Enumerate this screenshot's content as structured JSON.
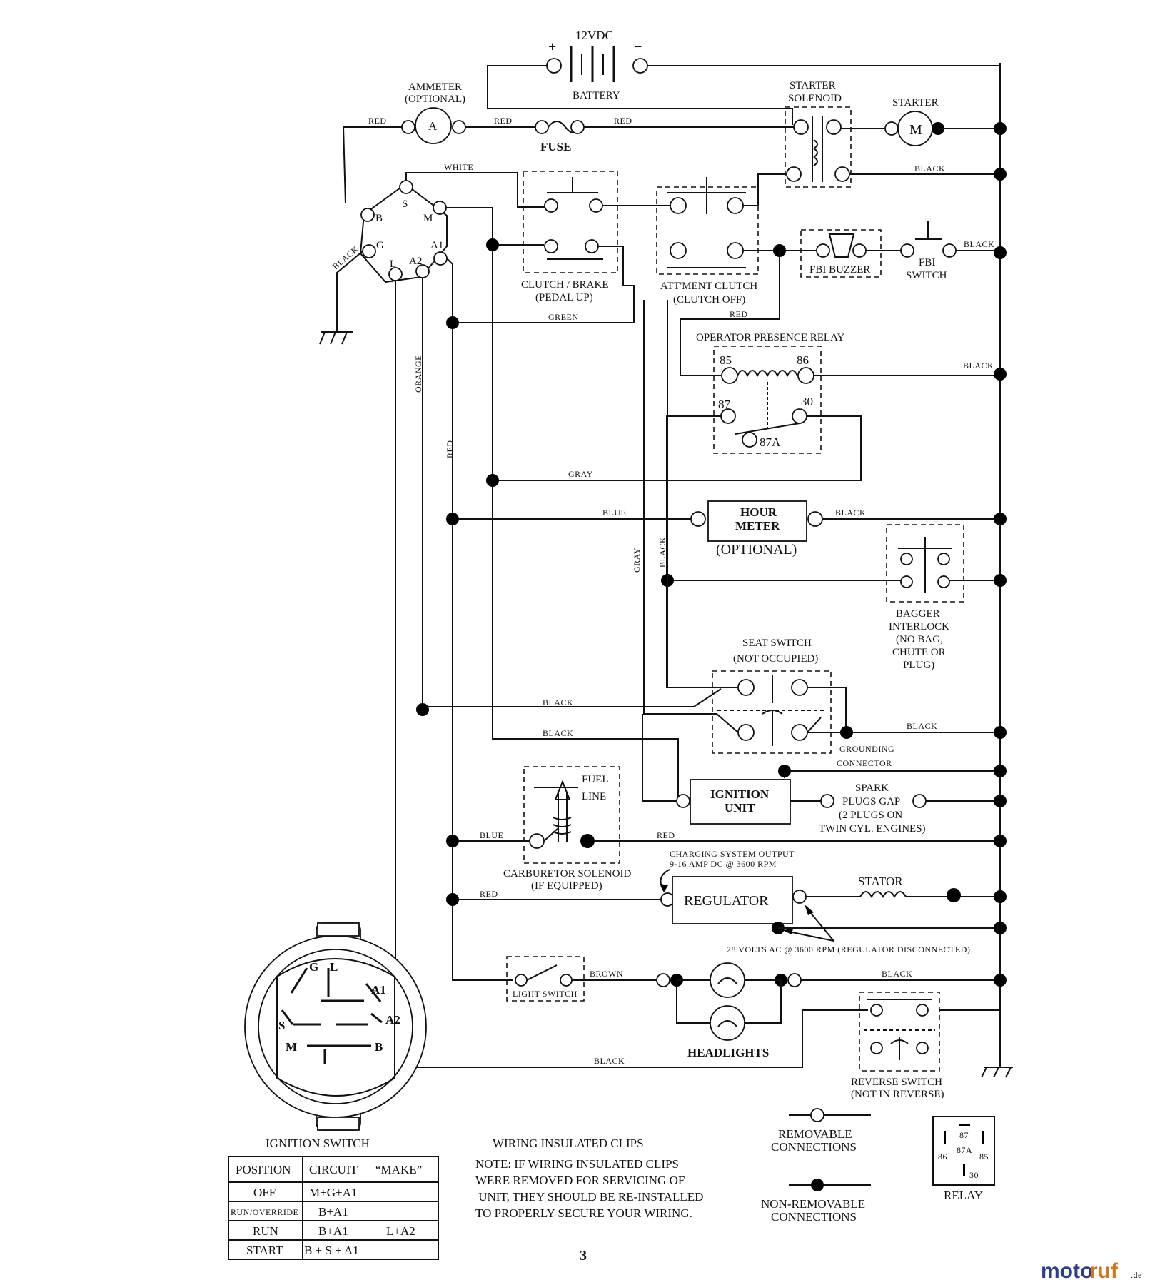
{
  "battery": {
    "voltage": "12VDC",
    "pos": "+",
    "neg": "−",
    "label": "BATTERY"
  },
  "ammeter": {
    "line1": "AMMETER",
    "line2": "(OPTIONAL)",
    "symbol": "A"
  },
  "fuse": "FUSE",
  "starter_solenoid": {
    "line1": "STARTER",
    "line2": "SOLENOID"
  },
  "starter": {
    "label": "STARTER",
    "symbol": "M"
  },
  "ignition_terminals": {
    "s": "S",
    "m": "M",
    "b": "B",
    "g": "G",
    "a1": "A1",
    "l": "L",
    "a2": "A2"
  },
  "clutch_brake": {
    "line1": "CLUTCH / BRAKE",
    "line2": "(PEDAL UP)"
  },
  "attachment_clutch": {
    "line1": "ATT'MENT CLUTCH",
    "line2": "(CLUTCH OFF)"
  },
  "fbi_buzzer": "FBI BUZZER",
  "fbi_switch": {
    "line1": "FBI",
    "line2": "SWITCH"
  },
  "opr": {
    "title": "OPERATOR PRESENCE RELAY",
    "t85": "85",
    "t86": "86",
    "t87": "87",
    "t30": "30",
    "t87a": "87A"
  },
  "hour_meter": {
    "line1": "HOUR",
    "line2": "METER",
    "optional": "(OPTIONAL)"
  },
  "bagger": {
    "l1": "BAGGER",
    "l2": "INTERLOCK",
    "l3": "(NO BAG,",
    "l4": "CHUTE OR",
    "l5": "PLUG)"
  },
  "seat_switch": {
    "l1": "SEAT SWITCH",
    "l2": "(NOT OCCUPIED)"
  },
  "grounding": {
    "l1": "GROUNDING",
    "l2": "CONNECTOR"
  },
  "fuel_line": {
    "l1": "FUEL",
    "l2": "LINE"
  },
  "ignition_unit": {
    "l1": "IGNITION",
    "l2": "UNIT"
  },
  "spark": {
    "l1": "SPARK",
    "l2": "PLUGS GAP",
    "l3": "(2 PLUGS ON",
    "l4": "TWIN CYL. ENGINES)"
  },
  "carb": {
    "l1": "CARBURETOR SOLENOID",
    "l2": "(IF EQUIPPED)"
  },
  "charging": {
    "l1": "CHARGING SYSTEM OUTPUT",
    "l2": "9-16 AMP DC @ 3600 RPM"
  },
  "regulator": "REGULATOR",
  "stator": "STATOR",
  "volts_ac": "28 VOLTS AC @ 3600 RPM (REGULATOR DISCONNECTED)",
  "light_switch": "LIGHT SWITCH",
  "headlights": "HEADLIGHTS",
  "reverse_switch": {
    "l1": "REVERSE SWITCH",
    "l2": "(NOT IN REVERSE)"
  },
  "wires": {
    "red": "RED",
    "white": "WHITE",
    "black": "BLACK",
    "green": "GREEN",
    "gray": "GRAY",
    "blue": "BLUE",
    "orange": "ORANGE",
    "brown": "BROWN"
  },
  "ignition_switch": {
    "title": "IGNITION SWITCH",
    "face": {
      "g": "G",
      "l": "L",
      "a1": "A1",
      "a2": "A2",
      "s": "S",
      "m": "M",
      "b": "B"
    },
    "headers": [
      "POSITION",
      "CIRCUIT",
      "“MAKE”"
    ],
    "rows": [
      {
        "position": "OFF",
        "circuit": "M+G+A1",
        "extra": ""
      },
      {
        "position": "RUN/OVERRIDE",
        "circuit": "B+A1",
        "extra": ""
      },
      {
        "position": "RUN",
        "circuit": "B+A1",
        "extra": "L+A2"
      },
      {
        "position": "START",
        "circuit": "B + S + A1",
        "extra": ""
      }
    ]
  },
  "clips_note": {
    "title": "WIRING INSULATED CLIPS",
    "l1": "NOTE:  IF WIRING INSULATED CLIPS",
    "l2": "WERE REMOVED FOR SERVICING OF",
    "l3": " UNIT, THEY SHOULD BE RE-INSTALLED",
    "l4": "TO PROPERLY SECURE YOUR WIRING."
  },
  "legend": {
    "removable": {
      "l1": "REMOVABLE",
      "l2": "CONNECTIONS"
    },
    "nonremovable": {
      "l1": "NON-REMOVABLE",
      "l2": "CONNECTIONS"
    },
    "relay": {
      "label": "RELAY",
      "t87": "87",
      "t87a": "87A",
      "t86": "86",
      "t85": "85",
      "t30": "30"
    }
  },
  "page_number": "3",
  "watermark": {
    "part1": "moto",
    "part2": "ruf",
    "suffix": ".de"
  }
}
